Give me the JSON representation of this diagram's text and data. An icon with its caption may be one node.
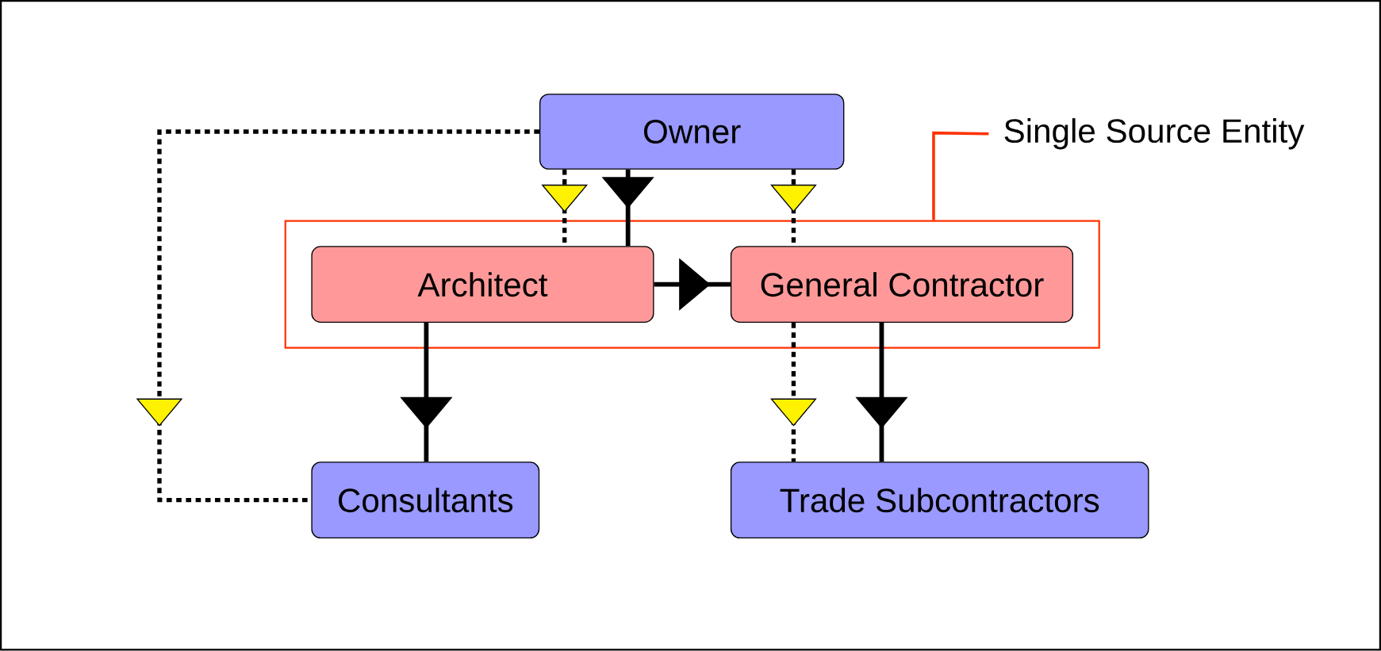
{
  "diagram": {
    "nodes": [
      {
        "text": [
          "Owner"
        ]
      },
      {
        "text": [
          "Single Source Entity"
        ]
      },
      {
        "text": [],
        "shape": "box"
      },
      {
        "text": [
          "Architect"
        ],
        "in": 2
      },
      {
        "text": [
          "General Contractor"
        ],
        "in": 2
      },
      {
        "text": [
          "Consultants"
        ]
      },
      {
        "text": [
          "Trade Subcontractors"
        ]
      }
    ],
    "edges": [
      {
        "from": 0,
        "to": 3,
        "arrow": "to"
      },
      {
        "from": 0,
        "to": 3,
        "arrow": "to",
        "style": "dashed"
      },
      {
        "from": 0,
        "to": 4,
        "arrow": "to",
        "style": "dashed"
      },
      {
        "from": 3,
        "to": 4,
        "arrow": "to"
      },
      {
        "from": 0,
        "to": 5,
        "arrow": "to",
        "style": "dashed"
      },
      {
        "from": 3,
        "to": 5,
        "arrow": "to"
      },
      {
        "from": 4,
        "to": 6,
        "arrow": "to",
        "style": "dashed"
      },
      {
        "from": 4,
        "to": 6,
        "arrow": "to"
      },
      {
        "from": 1,
        "to": 2,
        "arrow": "none",
        "color": "#ff3300"
      }
    ]
  }
}
